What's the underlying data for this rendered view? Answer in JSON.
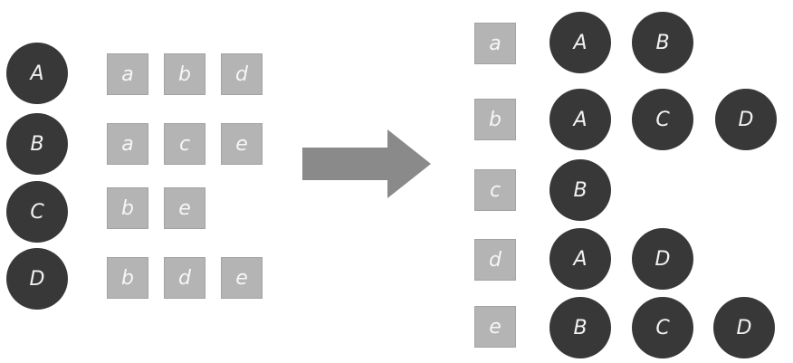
{
  "left": {
    "rows": [
      {
        "node": "A",
        "items": [
          "a",
          "b",
          "d"
        ]
      },
      {
        "node": "B",
        "items": [
          "a",
          "c",
          "e"
        ]
      },
      {
        "node": "C",
        "items": [
          "b",
          "e"
        ]
      },
      {
        "node": "D",
        "items": [
          "b",
          "d",
          "e"
        ]
      }
    ]
  },
  "right": {
    "rows": [
      {
        "item": "a",
        "nodes": [
          "A",
          "B"
        ]
      },
      {
        "item": "b",
        "nodes": [
          "A",
          "C",
          "D"
        ]
      },
      {
        "item": "c",
        "nodes": [
          "B"
        ]
      },
      {
        "item": "d",
        "nodes": [
          "A",
          "D"
        ]
      },
      {
        "item": "e",
        "nodes": [
          "B",
          "C",
          "D"
        ]
      }
    ]
  },
  "colors": {
    "circle": "#383838",
    "square": "#b4b4b4",
    "arrow": "#8a8a8a"
  }
}
